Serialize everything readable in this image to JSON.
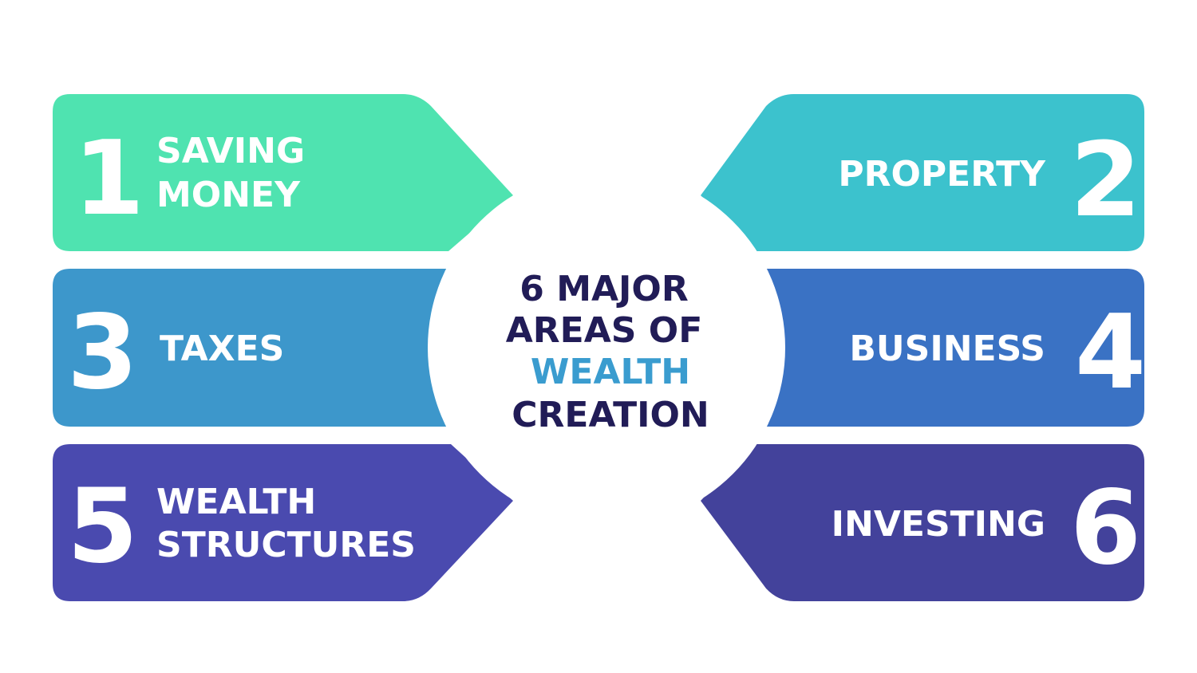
{
  "title": {
    "line1": "6 MAJOR",
    "line2": "AREAS OF",
    "line3": "WEALTH",
    "line4": "CREATION"
  },
  "colors": {
    "title_dark": "#211c57",
    "title_accent": "#3a9ccf",
    "card1": "#4fe3b0",
    "card2": "#3cc2cd",
    "card3": "#3d97cb",
    "card4": "#3a72c4",
    "card5": "#4a4aaf",
    "card6": "#43429b"
  },
  "cards": [
    {
      "number": "1",
      "line1": "SAVING",
      "line2": "MONEY"
    },
    {
      "number": "2",
      "line1": "PROPERTY",
      "line2": ""
    },
    {
      "number": "3",
      "line1": "TAXES",
      "line2": ""
    },
    {
      "number": "4",
      "line1": "BUSINESS",
      "line2": ""
    },
    {
      "number": "5",
      "line1": "WEALTH",
      "line2": "STRUCTURES"
    },
    {
      "number": "6",
      "line1": "INVESTING",
      "line2": ""
    }
  ]
}
